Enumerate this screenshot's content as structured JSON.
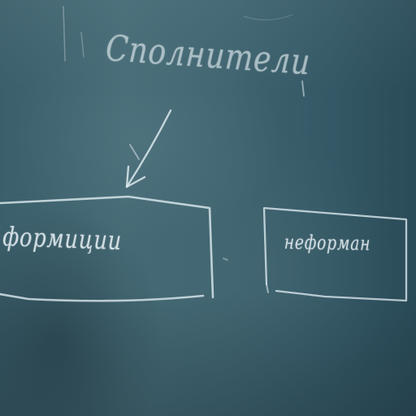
{
  "board": {
    "heading": "Сполнители",
    "box_left_label": "формиции",
    "box_right_label": "неформан"
  },
  "colors": {
    "board": "#3f6470",
    "chalk": "#dce9ee"
  }
}
